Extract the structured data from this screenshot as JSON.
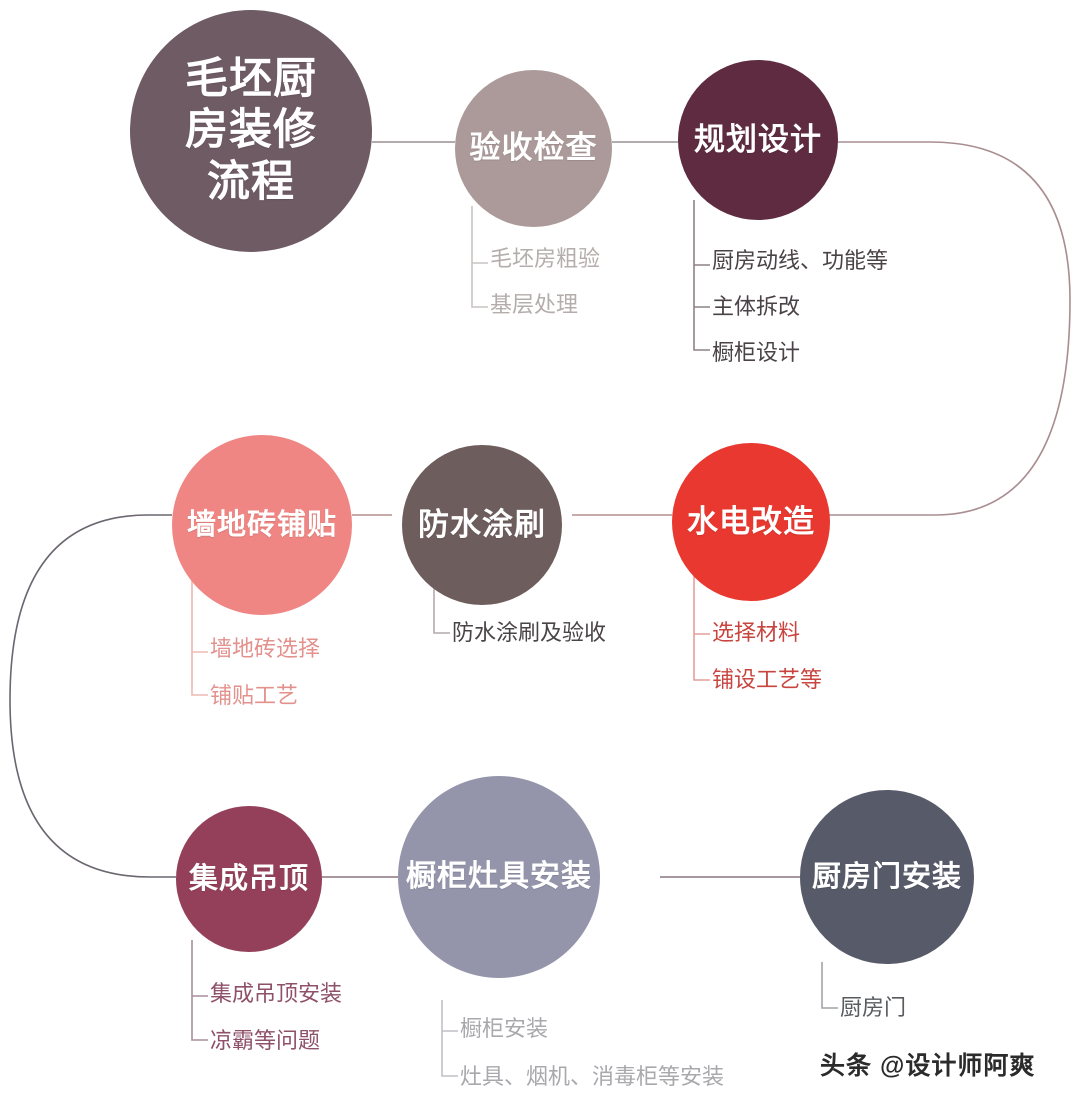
{
  "poster": {
    "title_node": {
      "label": "毛坯厨\n房装修\n流程",
      "color": "#6e5b64"
    },
    "watermark": "头条 @设计师阿爽"
  },
  "steps": [
    {
      "id": "yanshou-jiancha",
      "label": "验收检查",
      "color": "#ab9a99",
      "sub_color": "#b4adab",
      "items": [
        "毛坯房粗验",
        "基层处理"
      ]
    },
    {
      "id": "guihua-sheji",
      "label": "规划设计",
      "color": "#5e2b40",
      "sub_color": "#4a4246",
      "items": [
        "厨房动线、功能等",
        "主体拆改",
        "橱柜设计"
      ]
    },
    {
      "id": "shuidian-gaizao",
      "label": "水电改造",
      "color": "#e8382f",
      "sub_color": "#c8453f",
      "items": [
        "选择材料",
        "铺设工艺等"
      ]
    },
    {
      "id": "fangshui-tushua",
      "label": "防水涂刷",
      "color": "#6d5d5c",
      "sub_color": "#4a4446",
      "items": [
        "防水涂刷及验收"
      ]
    },
    {
      "id": "qiangdizhuan-puties",
      "label": "墙地砖铺贴",
      "color": "#ef8683",
      "sub_color": "#e3918c",
      "items": [
        "墙地砖选择",
        "铺贴工艺"
      ]
    },
    {
      "id": "jicheng-diaoding",
      "label": "集成吊顶",
      "color": "#94405a",
      "sub_color": "#8e5169",
      "items": [
        "集成吊顶安装",
        "凉霸等问题"
      ]
    },
    {
      "id": "chugui-zaoju-anzhuang",
      "label": "橱柜灶具安装",
      "color": "#9495ab",
      "sub_color": "#a9a8ac",
      "items": [
        "橱柜安装",
        "灶具、烟机、消毒柜等安装"
      ]
    },
    {
      "id": "chufangmen-anzhuang",
      "label": "厨房门安装",
      "color": "#575a68",
      "sub_color": "#575a5e",
      "items": [
        "厨房门"
      ]
    }
  ],
  "connectors": {
    "line_color_row1": "#9a8f90",
    "line_color_row2": "#b5908d",
    "line_color_row3": "#8b7480",
    "loop_right_color": "#a98d90",
    "loop_left_color": "#6c6670"
  }
}
